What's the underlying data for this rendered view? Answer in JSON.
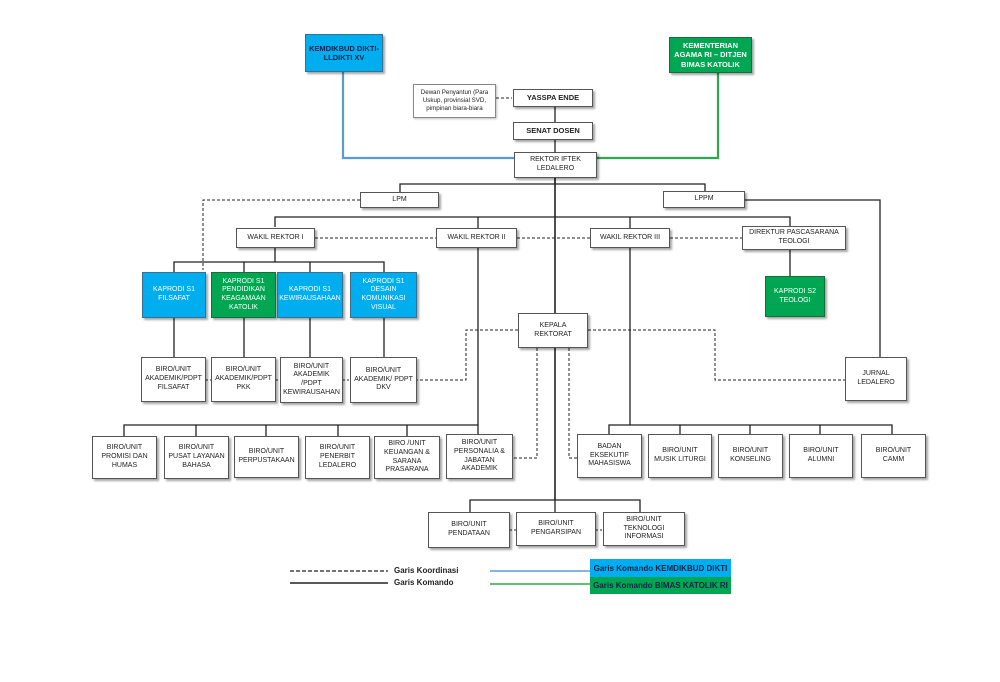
{
  "colors": {
    "blue": "#00AEEF",
    "green": "#00A651",
    "line": "#222222"
  },
  "boxes": {
    "kemdikbud": "KEMDIKBUD DIKTI-\nLLDIKTI XV",
    "kemenag": "KEMENTERIAN\nAGAMA RI – DITJEN\nBIMAS KATOLIK",
    "dewan": "Dewan Penyantun (Para\nUskup, provinsial SVD,\npimpinan biara-biara",
    "yasspa": "YASSPA ENDE",
    "senat": "SENAT DOSEN",
    "rektor": "REKTOR IFTEK\nLEDALERO",
    "lpm": "LPM",
    "lppm": "LPPM",
    "wr1": "WAKIL REKTOR I",
    "wr2": "WAKIL REKTOR II",
    "wr3": "WAKIL REKTOR III",
    "dir_pasca": "DIREKTUR PASCASARANA\nTEOLOGI",
    "kaprodi_filsafat": "KAPRODI S1\nFILSAFAT",
    "kaprodi_pkk": "KAPRODI  S1\nPENDIDIKAN\nKEAGAMAAN\nKATOLIK",
    "kaprodi_kwu": "KAPRODI  S1\nKEWIRAUSAHAAN",
    "kaprodi_dkv": "KAPRODI S1\nDESAIN\nKOMUNIKASI\nVISUAL",
    "kaprodi_s2": "KAPRODI S2\nTEOLOGI",
    "kepala_rektorat": "KEPALA\nREKTORAT",
    "jurnal": "JURNAL\nLEDALERO",
    "biro_filsafat": "BIRO/UNIT\nAKADEMIK/PDPT\nFILSAFAT",
    "biro_pkk": "BIRO/UNIT\nAKADEMIK/PDPT\nPKK",
    "biro_kwu": "BIRO/UNIT\nAKADEMIK\n/PDPT\nKEWIRAUSAHAN",
    "biro_dkv": "BIRO/UNIT\nAKADEMIK/ PDPT\nDKV",
    "biro_promisi": "BIRO/UNIT\nPROMISI DAN\nHUMAS",
    "biro_bahasa": "BIRO/UNIT\nPUSAT LAYANAN\nBAHASA",
    "biro_perpus": "BIRO/UNIT\nPERPUSTAKAAN",
    "biro_penerbit": "BIRO/UNIT\nPENERBIT\nLEDALERO",
    "biro_keuangan": "BIRO /UNIT\nKEUANGAN &\nSARANA\nPRASARANA",
    "biro_personalia": "BIRO/UNIT\nPERSONALIA &\nJABATAN\nAKADEMIK",
    "badan_eksekutif": "BADAN\nEKSEKUTIF\nMAHASISWA",
    "biro_musik": "BIRO/UNIT\nMUSIK LITURGI",
    "biro_konseling": "BIRO/UNIT\nKONSELING",
    "biro_alumni": "BIRO/UNIT\nALUMNI",
    "biro_camm": "BIRO/UNIT\nCAMM",
    "biro_pendataan": "BIRO/UNIT\nPENDATAAN",
    "biro_pengarsipan": "BIRO/UNIT\nPENGARSIPAN",
    "biro_ti": "BIRO/UNIT TEKNOLOGI\nINFORMASI"
  },
  "legend": {
    "koordinasi": "Garis Koordinasi",
    "komando": "Garis Komando",
    "komando_dikti": "Garis Komando KEMDIKBUD DIKTI",
    "komando_katolik": "Garis Komando BIMAS KATOLIK RI"
  }
}
